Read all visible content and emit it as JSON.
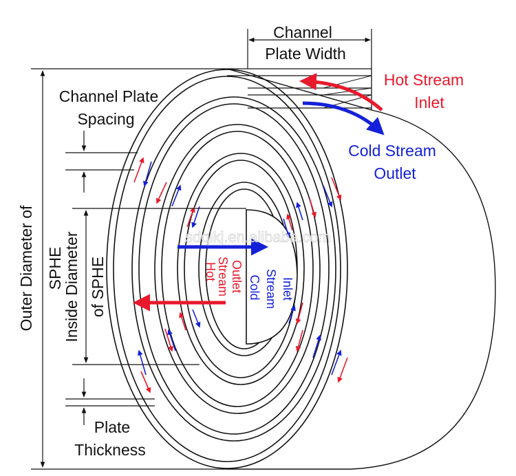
{
  "colors": {
    "hot": "#e8192c",
    "cold": "#1421d8",
    "ink": "#111111"
  },
  "labels": {
    "channel_plate_width": [
      "Channel",
      "Plate Width"
    ],
    "hot_inlet": [
      "Hot Stream",
      "Inlet"
    ],
    "cold_outlet": [
      "Cold Stream",
      "Outlet"
    ],
    "channel_plate_spacing": [
      "Channel Plate",
      "Spacing"
    ],
    "outer_diameter": [
      "Outer Diameter of",
      "SPHE"
    ],
    "inside_diameter": [
      "Inside Diameter",
      "of SPHE"
    ],
    "hot_outlet": [
      "Hot",
      "Stream",
      "Outlet"
    ],
    "cold_inlet": [
      "Cold",
      "Stream",
      "Inlet"
    ],
    "plate_thickness": [
      "Plate",
      "Thickness"
    ],
    "watermark": "sdqlkj.en.alibaba.com"
  },
  "icons": [
    "flow-arrow-icon",
    "dimension-arrow-icon"
  ]
}
